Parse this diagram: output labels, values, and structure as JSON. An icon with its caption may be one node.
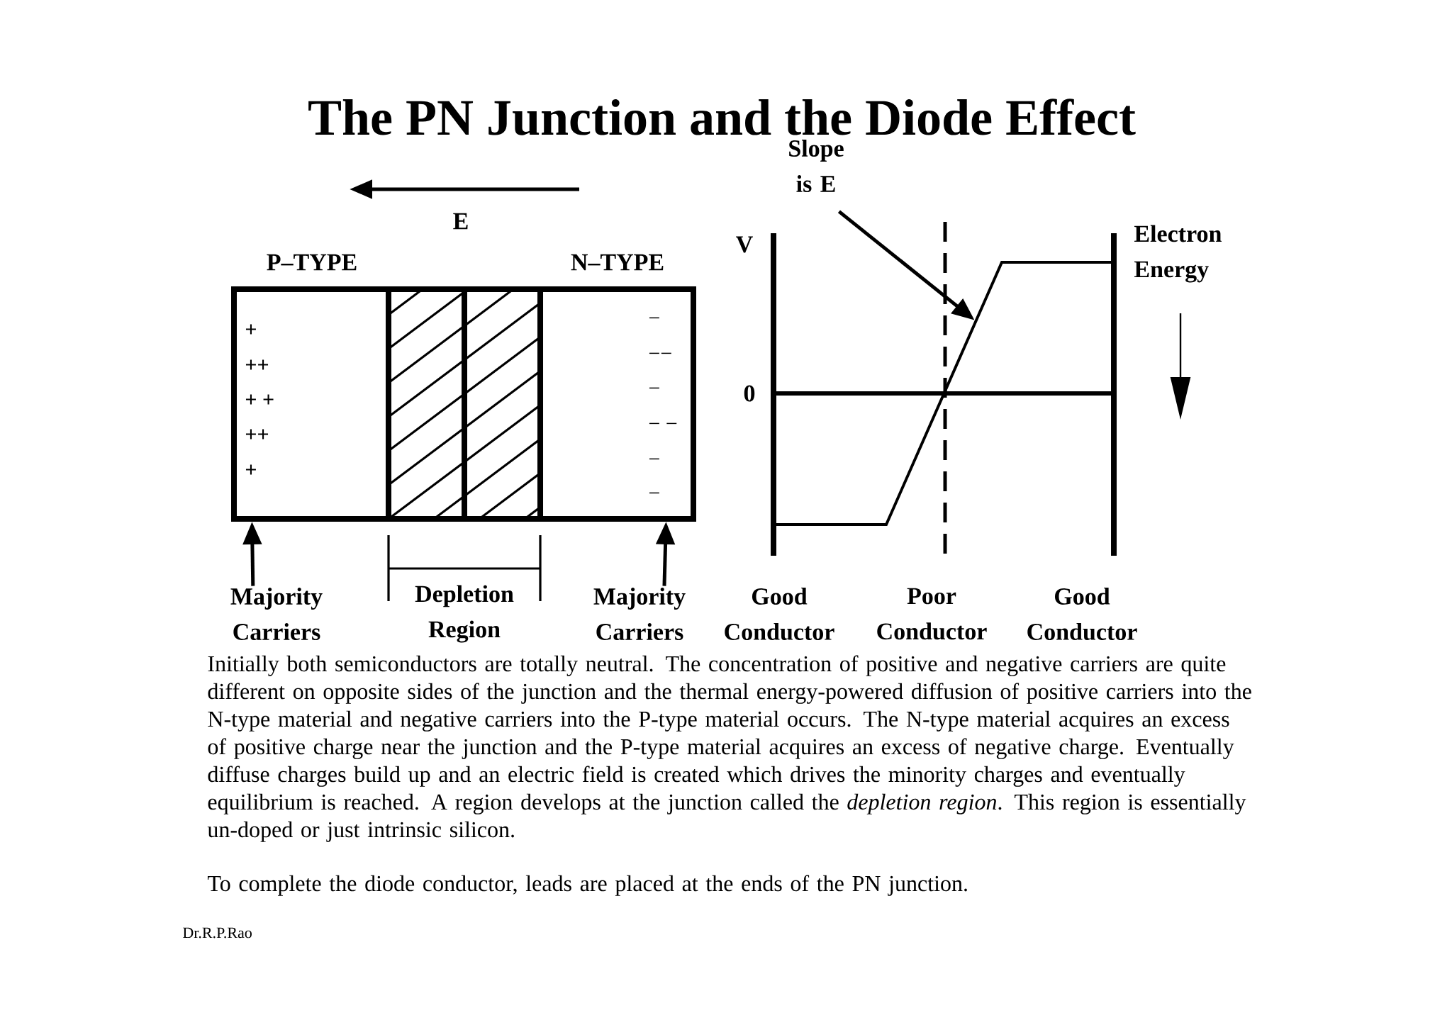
{
  "diagram": {
    "title": "The PN Junction and the Diode Effect",
    "nodes": [
      {
        "text": [
          "P–TYPE"
        ]
      },
      {
        "text": [
          "N–TYPE"
        ]
      },
      {
        "text": [
          "Majority Carriers"
        ]
      },
      {
        "text": [
          "Majority Carriers"
        ]
      },
      {
        "text": [
          "Slope is E"
        ]
      },
      {
        "text": [],
        "shape": "line"
      }
    ],
    "edges": [
      {
        "from": 2,
        "to": 0,
        "arrow": "to"
      },
      {
        "from": 3,
        "to": 1,
        "arrow": "to"
      },
      {
        "from": 4,
        "to": 5,
        "arrow": "to"
      }
    ],
    "labels": [
      "E",
      "+",
      "++",
      "+ +",
      "++",
      "+",
      "−",
      "−−",
      "−",
      "− −",
      "−",
      "−",
      "Depletion Region",
      "V",
      "0",
      "Electron Energy",
      "Good Conductor",
      "Poor Conductor",
      "Good Conductor",
      "Initially both semiconductors are totally neutral. The concentration of positive and negative carriers are quite different on opposite sides of the junction and the thermal energy-powered diffusion of positive carriers into the N-type material and negative carriers into the P-type material occurs. The N-type material acquires an excess of positive charge near the junction and the P-type material acquires an excess of negative charge. Eventually diffuse charges build up and an electric field is created which drives the minority charges and eventually equilibrium is reached. A region develops at the junction called the *depletion region*. This region is essentially un-doped or just intrinsic silicon.",
      "To complete the diode conductor, leads are placed at the ends of the PN junction.",
      "Dr.R.P.Rao"
    ]
  }
}
